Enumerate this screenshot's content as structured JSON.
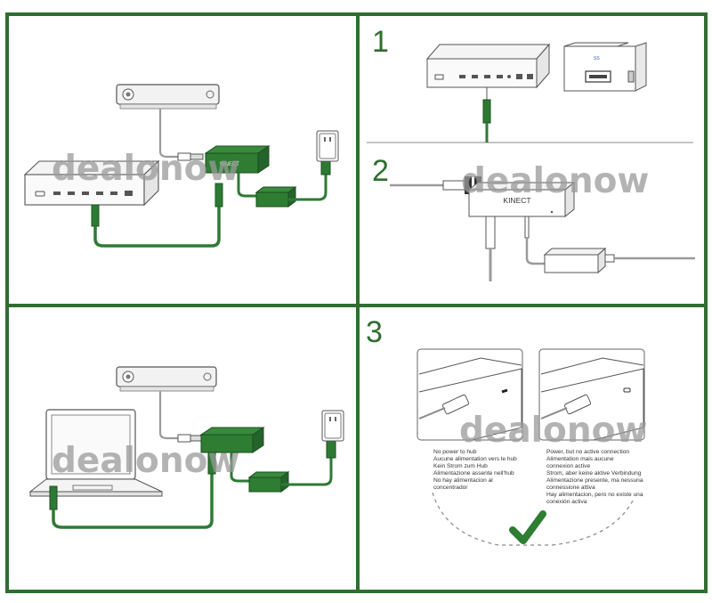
{
  "watermark": "dealonow",
  "steps": [
    "1",
    "2",
    "3"
  ],
  "device_labels": {
    "hub_kinect_green": "KINECT",
    "hub_kinect_white": "KINECT",
    "usb_port": "SS"
  },
  "indicators": {
    "no_power": [
      "No power to hub",
      "Aucune alimentation vers le hub",
      "Kein Strom zum Hub",
      "Alimentazione assente nell'hub",
      "No hay alimentacion al",
      "concentrador"
    ],
    "power_no_connection": [
      "Power, but no active connection",
      "Alimentation mais aucune",
      "connexion active",
      "Strom, aber keine aktive Verbindung",
      "Alimentazione presente, ma nessuna",
      "connessione attiva",
      "Hay alimentacion, pero no existe una",
      "conexión activa"
    ]
  },
  "colors": {
    "border": "#2f6e2f",
    "cable": "#2d7a34",
    "hub": "#2e7d32",
    "check": "#2e7d32"
  }
}
